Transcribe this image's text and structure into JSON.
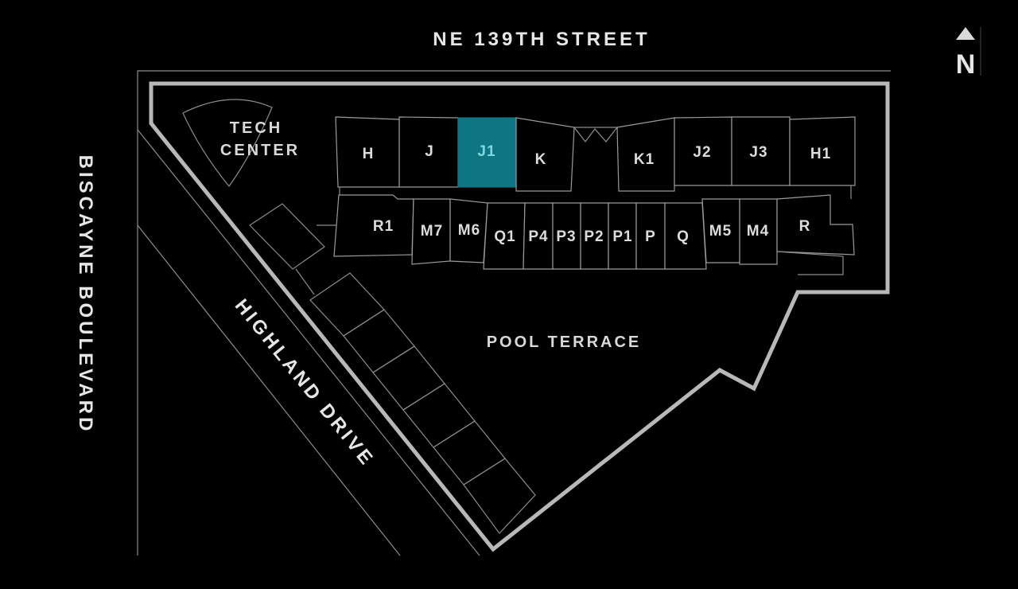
{
  "streets": {
    "north": "NE 139TH STREET",
    "west": "BISCAYNE BOULEVARD",
    "diagonal": "HIGHLAND DRIVE"
  },
  "compass": {
    "label": "N"
  },
  "areas": {
    "tech_center_line1": "TECH",
    "tech_center_line2": "CENTER",
    "pool": "POOL TERRACE"
  },
  "selected_unit": "J1",
  "colors": {
    "selected": "#0e7682",
    "selected_label": "#7fd7de",
    "background": "#000000"
  },
  "units_top": [
    "H",
    "J",
    "J1",
    "K",
    "K1",
    "J2",
    "J3",
    "H1"
  ],
  "units_bottom": [
    "R1",
    "M7",
    "M6",
    "Q1",
    "P4",
    "P3",
    "P2",
    "P1",
    "P",
    "Q",
    "M5",
    "M4",
    "R"
  ]
}
